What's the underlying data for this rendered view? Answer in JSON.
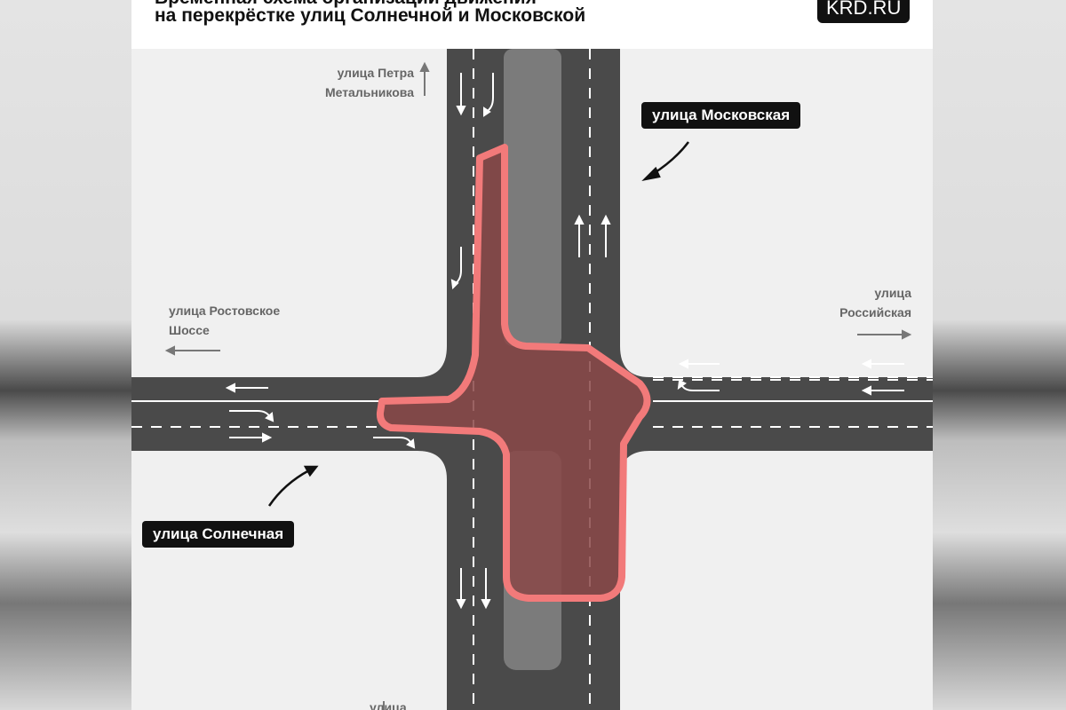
{
  "header": {
    "title_line1": "Временная схема организации движения",
    "title_line2": "на перекрёстке улиц Солнечной и Московской",
    "logo": "KRD.RU"
  },
  "labels": {
    "petra_line1": "улица Петра",
    "petra_line2": "Метальникова",
    "moskovskaya": "улица Московская",
    "rostovskoe_line1": "улица Ростовское",
    "rostovskoe_line2": "Шоссе",
    "rossiyskaya_line1": "улица",
    "rossiyskaya_line2": "Российская",
    "solnechnaya": "улица Солнечная",
    "bottom_partial": "улица"
  },
  "colors": {
    "road": "#4a4a4a",
    "median": "#7b7b7b",
    "highlight_stroke": "#f27a7a",
    "highlight_fill": "#8a4848",
    "background": "#f0f0f0"
  }
}
